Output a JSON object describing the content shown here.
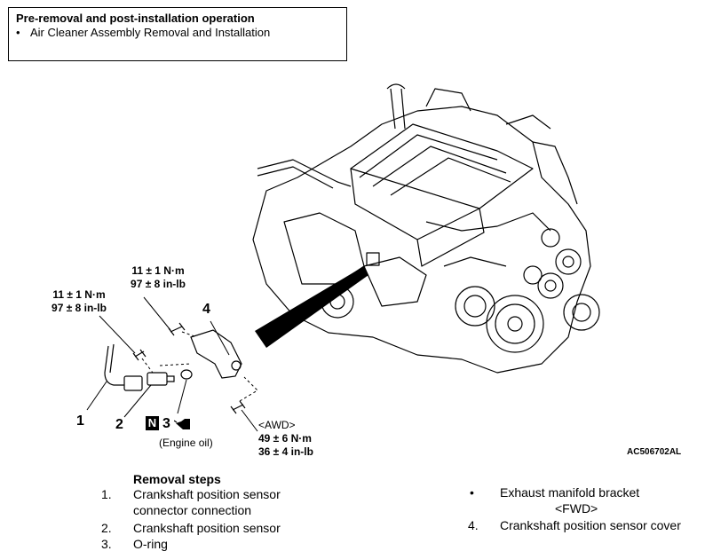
{
  "pre_box": {
    "title": "Pre-removal and post-installation operation",
    "items": [
      "Air Cleaner Assembly Removal and Installation"
    ]
  },
  "torques": {
    "bracket_bolt": {
      "nm": "11 ± 1 N·m",
      "inlb": "97 ± 8 in-lb"
    },
    "sensor_bolt": {
      "nm": "11 ± 1 N·m",
      "inlb": "97 ± 8 in-lb"
    },
    "awd": {
      "tag": "<AWD>",
      "nm": "49 ± 6 N·m",
      "inlb": "36 ± 4 in-lb"
    }
  },
  "callouts": {
    "c1": "1",
    "c2": "2",
    "c3": "3",
    "c4": "4",
    "n_mark": "N"
  },
  "engine_oil": "(Engine oil)",
  "figure_ref": "AC506702",
  "figure_ref_suffix": "AL",
  "removal": {
    "title": "Removal steps",
    "steps": [
      {
        "num": "1.",
        "label": "Crankshaft position sensor",
        "label2": "connector connection"
      },
      {
        "num": "2.",
        "label": "Crankshaft position sensor"
      },
      {
        "num": "3.",
        "label": "O-ring"
      },
      {
        "num": "•",
        "label": "Exhaust manifold bracket",
        "label2": "<FWD>"
      },
      {
        "num": "4.",
        "label": "Crankshaft position sensor cover"
      }
    ]
  }
}
